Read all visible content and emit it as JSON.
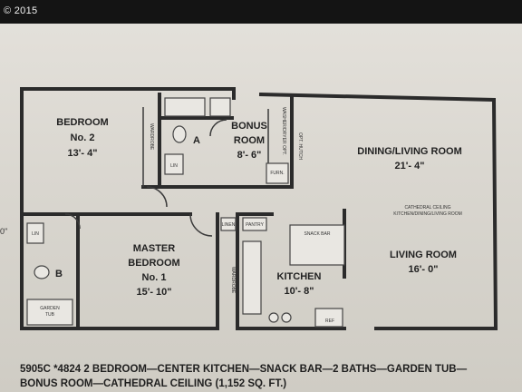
{
  "copyright": "© 2015",
  "rooms": {
    "bedroom2": {
      "name_line1": "BEDROOM",
      "name_line2": "No. 2",
      "size": "13'- 4\""
    },
    "bonus": {
      "name_line1": "BONUS",
      "name_line2": "ROOM",
      "size": "8'- 6\""
    },
    "dining_living": {
      "name": "DINING/LIVING ROOM",
      "size": "21'- 4\""
    },
    "master": {
      "name_line1": "MASTER",
      "name_line2": "BEDROOM",
      "name_line3": "No. 1",
      "size": "15'- 10\""
    },
    "kitchen": {
      "name": "KITCHEN",
      "size": "10'- 8\""
    },
    "living": {
      "name": "LIVING ROOM",
      "size": "16'- 0\""
    }
  },
  "labels": {
    "bath_a": "A",
    "bath_b": "B",
    "garden_tub_line1": "GARDEN",
    "garden_tub_line2": "TUB",
    "wardrobe": "WARDROBE",
    "washer_dryer": "WASHER/DRYER OPT.",
    "opt_hutch": "OPT. HUTCH",
    "furn": "FURN.",
    "lin": "LIN",
    "linen": "LINEN",
    "pantry": "PANTRY",
    "snack_bar": "SNACK BAR",
    "ref": "REF",
    "cathedral_line1": "CATHEDRAL CEILING",
    "cathedral_line2": "KITCHEN/DINING/LIVING ROOM"
  },
  "caption": {
    "line1": "5905C  *4824   2 BEDROOM—CENTER KITCHEN—SNACK BAR—2 BATHS—GARDEN TUB—",
    "line2": "BONUS ROOM—CATHEDRAL CEILING  (1,152 SQ. FT.)"
  },
  "edge_text": "0\""
}
